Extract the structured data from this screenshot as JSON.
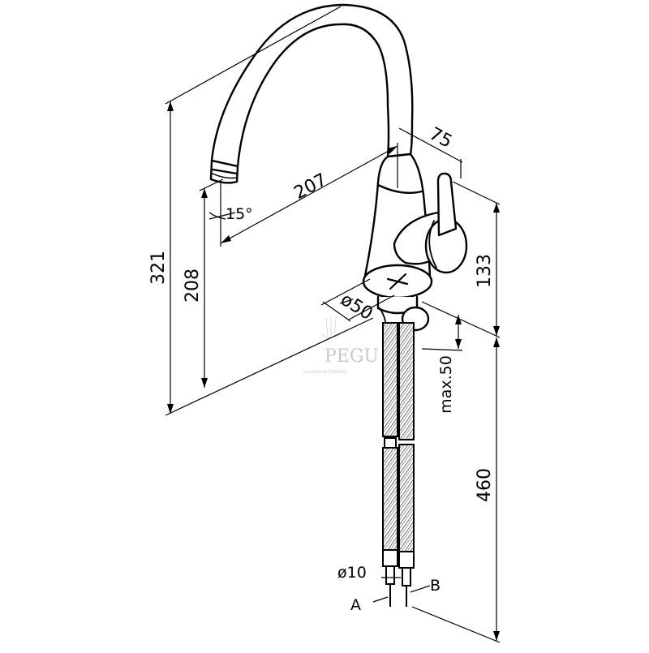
{
  "dimensions": {
    "height_total": "321",
    "height_spout": "208",
    "reach": "207",
    "spout_angle": "15°",
    "handle_offset": "75",
    "body_height": "133",
    "base_diameter": "ø50",
    "counter_thickness": "max.50",
    "hose_length": "460",
    "hose_diameter": "ø10"
  },
  "connections": {
    "a": "A",
    "b": "B"
  },
  "watermark": {
    "brand": "PEGU",
    "tagline": "Luxurious Fashion"
  }
}
